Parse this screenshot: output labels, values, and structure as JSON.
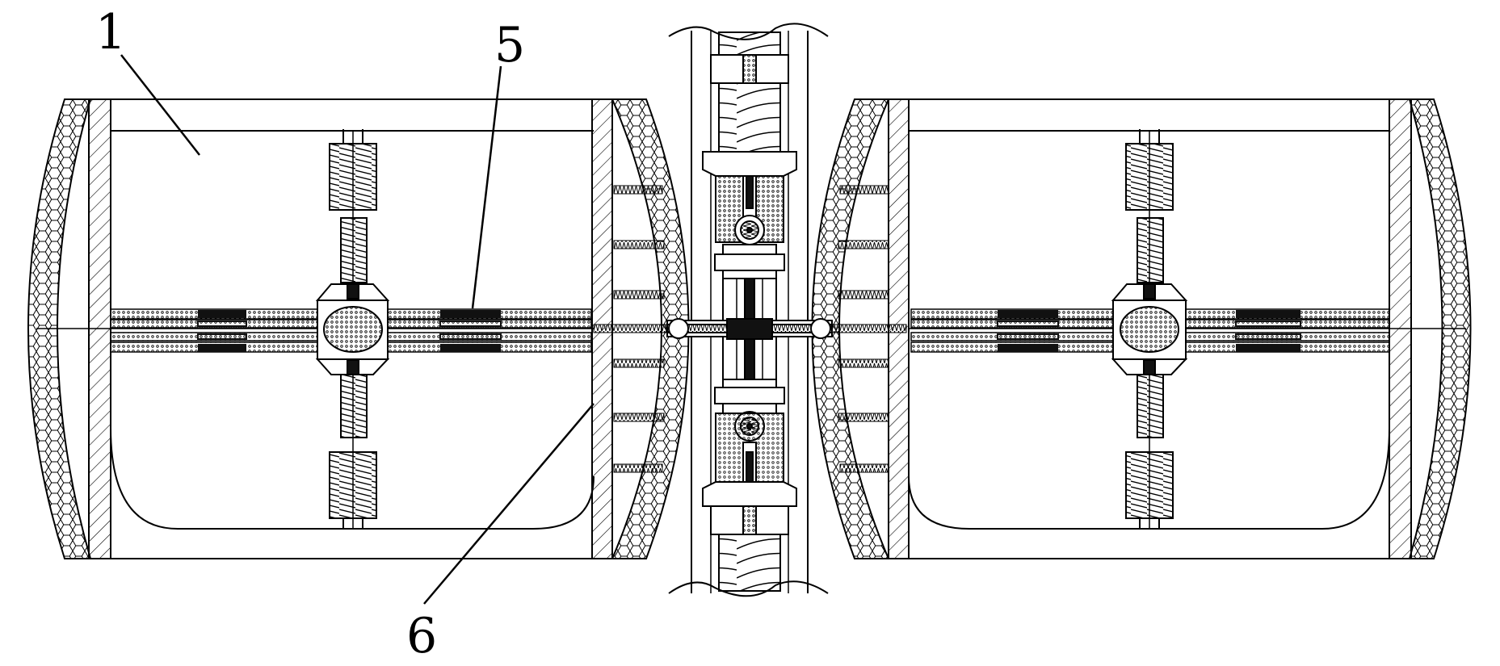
{
  "figure": {
    "reference_numerals": [
      {
        "id": "label-1",
        "text": "1"
      },
      {
        "id": "label-5",
        "text": "5"
      },
      {
        "id": "label-6",
        "text": "6"
      }
    ]
  },
  "colors": {
    "line": "#000000",
    "background": "#ffffff",
    "fill_dark": "#111111"
  }
}
